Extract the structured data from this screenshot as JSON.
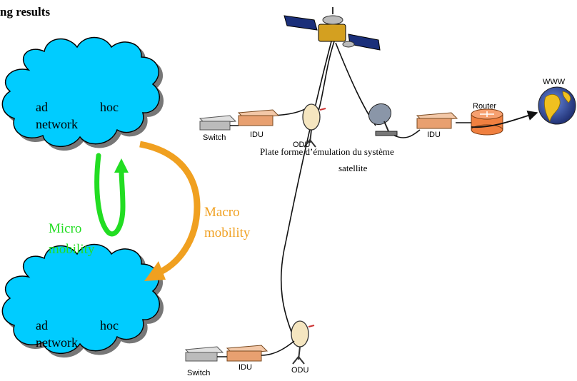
{
  "heading": "ng results",
  "clouds": {
    "top": {
      "left_word": "ad",
      "right_word": "hoc",
      "second_line": "network"
    },
    "bottom": {
      "left_word": "ad",
      "right_word": "hoc",
      "second_line": "network"
    }
  },
  "arrows": {
    "micro": {
      "line1": "Micro",
      "line2": "mobility",
      "color": "#22dd22"
    },
    "macro": {
      "line1": "Macro",
      "line2": "mobility",
      "color": "#f0a020"
    }
  },
  "equipment": {
    "switch_top": "Switch",
    "idu_top": "IDU",
    "odu_top": "ODU",
    "idu_right": "IDU",
    "router": "Router",
    "www": "WWW",
    "switch_bottom": "Switch",
    "idu_bottom": "IDU",
    "odu_bottom": "ODU"
  },
  "platform_caption": {
    "line1": "Plate forme d’émulation du système",
    "line2": "satellite"
  },
  "colors": {
    "cloud_fill": "#00ccff",
    "equipment_fill": "#e8a070",
    "router_fill": "#f08040",
    "globe_fill": "#3355aa",
    "land_fill": "#f0c020"
  }
}
